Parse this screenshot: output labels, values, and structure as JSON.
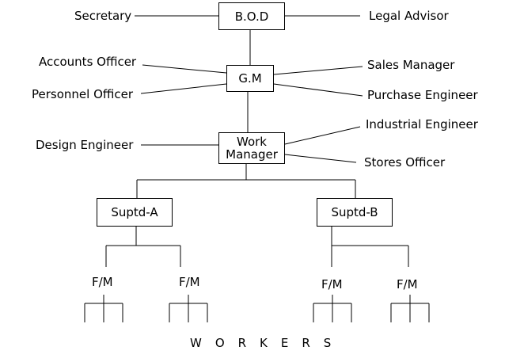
{
  "org": {
    "bod": "B.O.D",
    "secretary": "Secretary",
    "legal_advisor": "Legal Advisor",
    "gm": "G.M",
    "accounts_officer": "Accounts Officer",
    "personnel_officer": "Personnel Officer",
    "sales_manager": "Sales Manager",
    "purchase_engineer": "Purchase Engineer",
    "work_manager_line1": "Work",
    "work_manager_line2": "Manager",
    "design_engineer": "Design Engineer",
    "industrial_engineer": "Industrial Engineer",
    "stores_officer": "Stores Officer",
    "suptd_a": "Suptd-A",
    "suptd_b": "Suptd-B",
    "foreman": "F/M",
    "workers": "WORKERS"
  }
}
